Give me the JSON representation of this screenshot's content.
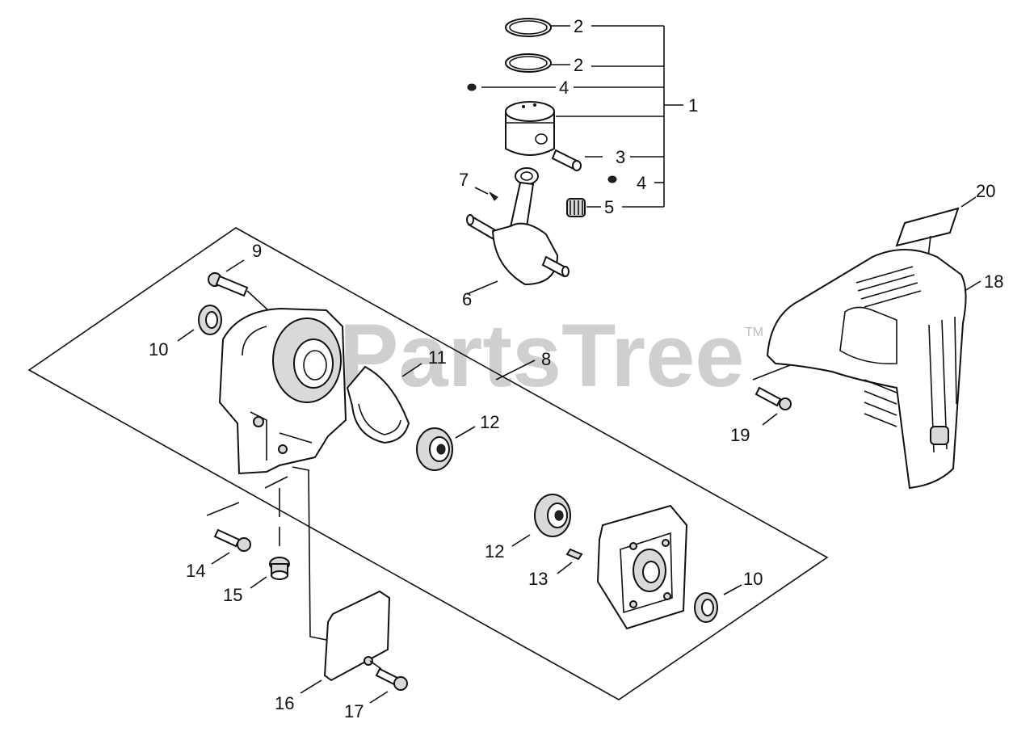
{
  "watermark": {
    "text": "PartsTree",
    "trademark": "TM"
  },
  "callouts": {
    "c1": "1",
    "c2a": "2",
    "c2b": "2",
    "c3": "3",
    "c4a": "4",
    "c4b": "4",
    "c5": "5",
    "c6": "6",
    "c7": "7",
    "c8": "8",
    "c9": "9",
    "c10a": "10",
    "c10b": "10",
    "c11": "11",
    "c12a": "12",
    "c12b": "12",
    "c13": "13",
    "c14": "14",
    "c15": "15",
    "c16": "16",
    "c17": "17",
    "c18": "18",
    "c19": "19",
    "c20": "20"
  },
  "parts": {
    "piston_ring": "piston-ring",
    "piston_circlip": "circlip",
    "piston": "piston",
    "piston_pin": "piston-pin",
    "needle_bearing": "needle-bearing",
    "crankshaft": "crankshaft-conrod",
    "woodruff_key": "key",
    "crankcase": "crankcase",
    "crankcase_half": "crankcase-half",
    "bolt": "bolt",
    "oil_seal": "oil-seal",
    "gasket": "gasket",
    "ball_bearing": "ball-bearing",
    "dowel_pin": "dowel-pin",
    "plug": "plug",
    "plate": "plate",
    "cover": "engine-cover",
    "label": "label"
  }
}
